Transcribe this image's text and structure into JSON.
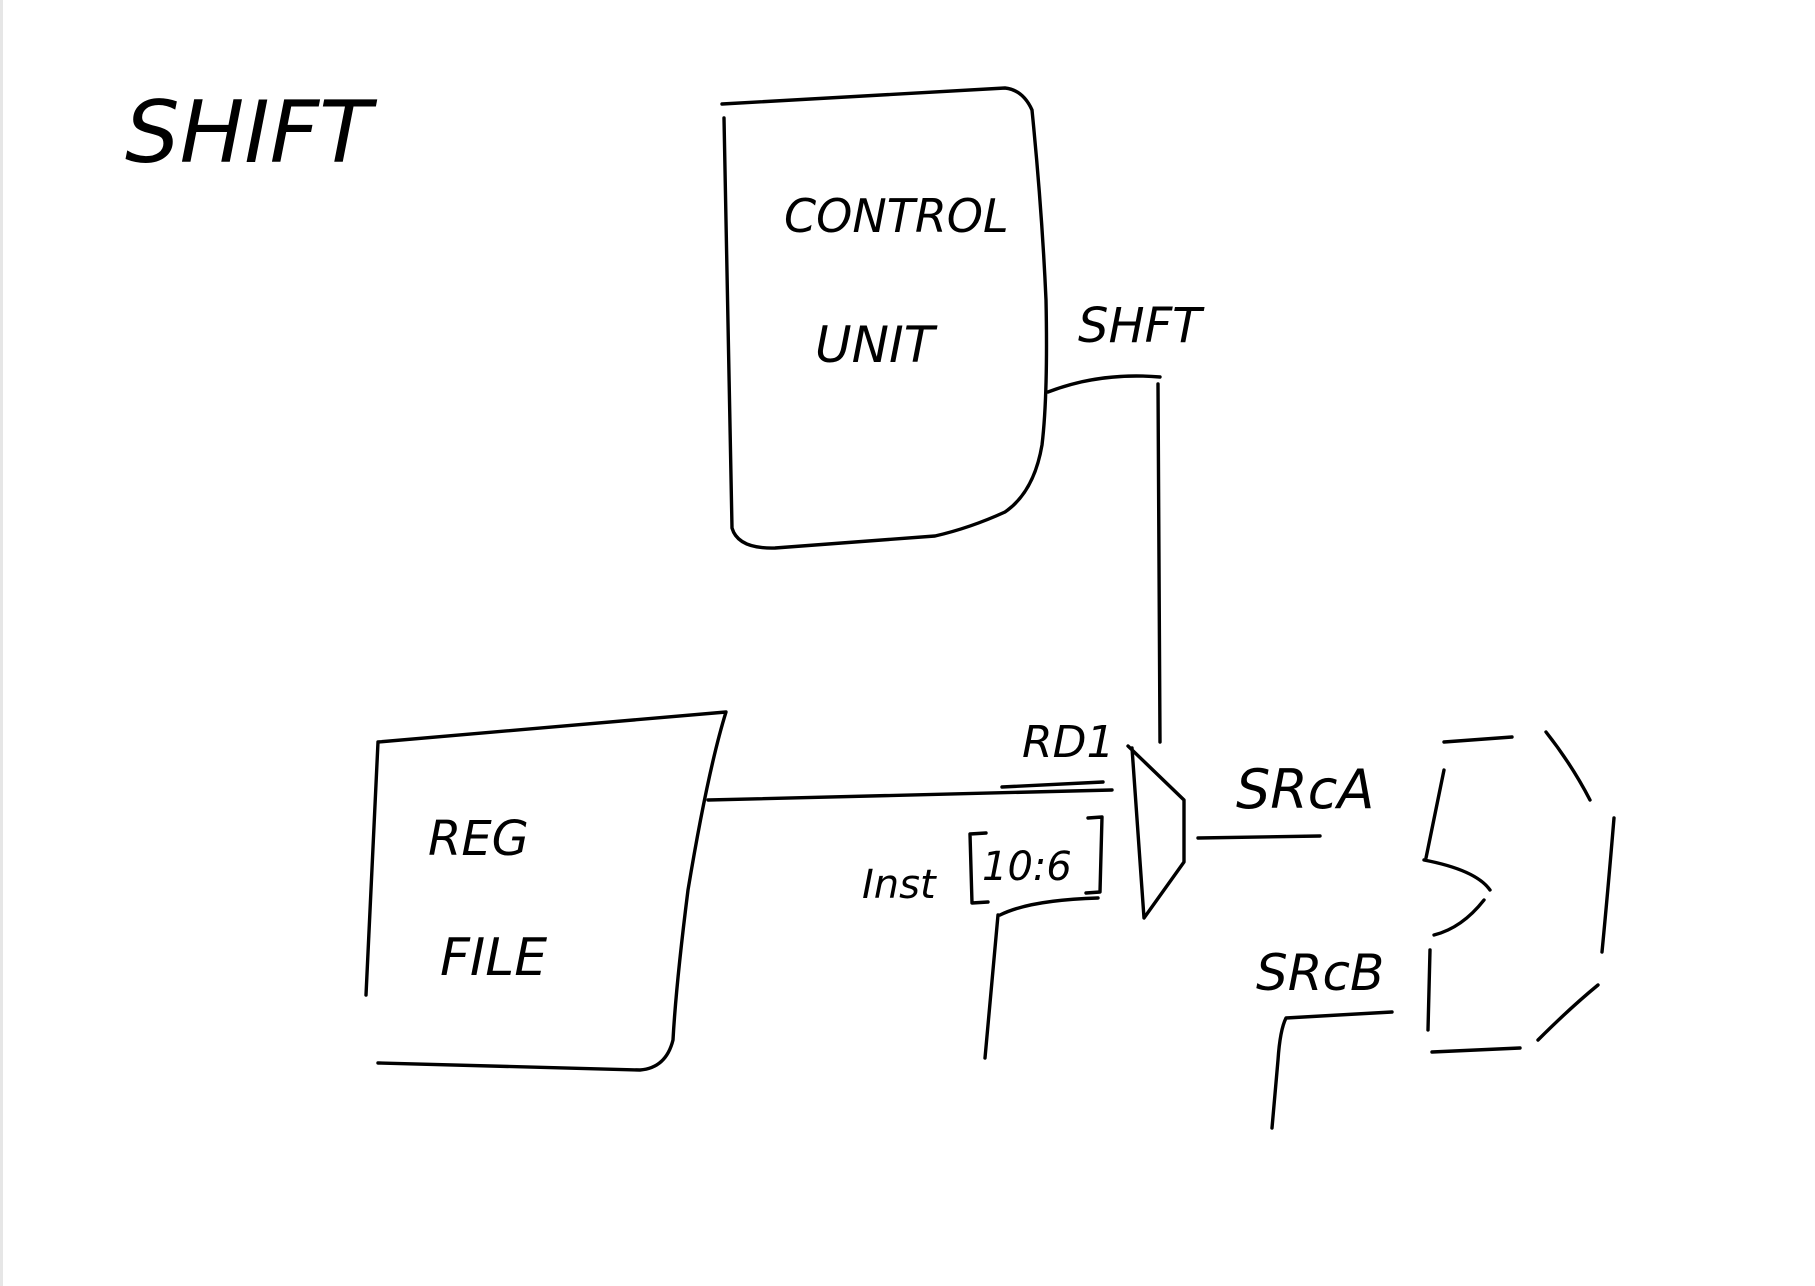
{
  "title": "SHIFT",
  "control_unit": {
    "line1": "CONTROL",
    "line2": "UNIT"
  },
  "shift_signal_label": "SHFT",
  "reg_file": {
    "line1": "REG",
    "line2": "FILE"
  },
  "rd1_label": "RD1",
  "inst_label": "Inst",
  "inst_bits_label": "10:6",
  "srca_label": "SRcA",
  "srcb_label": "SRcB",
  "colors": {
    "ink": "#000000",
    "background": "#ffffff"
  }
}
